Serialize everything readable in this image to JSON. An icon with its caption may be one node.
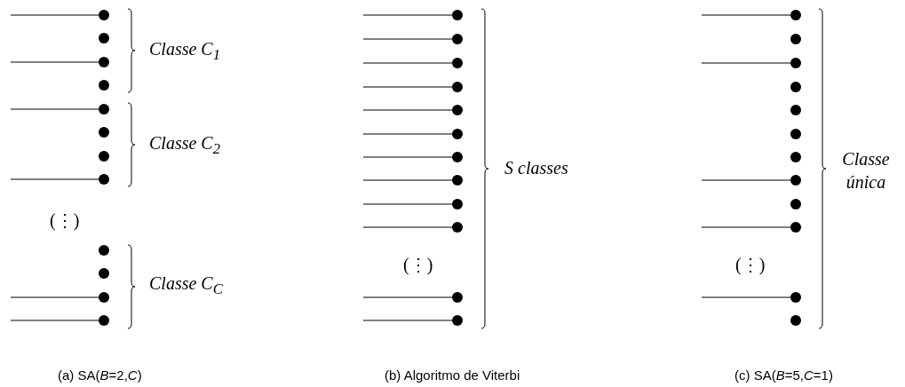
{
  "diagram": {
    "nodes": [
      {
        "text": [],
        "shape": "circle"
      },
      {
        "text": [],
        "shape": "circle"
      },
      {
        "text": [],
        "shape": "circle"
      },
      {
        "text": [],
        "shape": "circle"
      },
      {
        "text": [],
        "shape": "circle"
      },
      {
        "text": [],
        "shape": "circle"
      },
      {
        "text": [],
        "shape": "circle"
      },
      {
        "text": [],
        "shape": "circle"
      },
      {
        "text": [],
        "shape": "circle"
      },
      {
        "text": [],
        "shape": "circle"
      },
      {
        "text": [],
        "shape": "circle"
      },
      {
        "text": [],
        "shape": "circle"
      },
      {
        "text": [],
        "shape": "circle"
      },
      {
        "text": [],
        "shape": "circle"
      },
      {
        "text": [],
        "shape": "circle"
      },
      {
        "text": [],
        "shape": "circle"
      },
      {
        "text": [],
        "shape": "circle"
      },
      {
        "text": [],
        "shape": "circle"
      },
      {
        "text": [],
        "shape": "circle"
      },
      {
        "text": [],
        "shape": "circle"
      },
      {
        "text": [],
        "shape": "circle"
      },
      {
        "text": [],
        "shape": "circle"
      },
      {
        "text": [],
        "shape": "circle"
      },
      {
        "text": [],
        "shape": "circle"
      },
      {
        "text": [],
        "shape": "circle"
      },
      {
        "text": [],
        "shape": "circle"
      },
      {
        "text": [],
        "shape": "circle"
      },
      {
        "text": [],
        "shape": "circle"
      },
      {
        "text": [],
        "shape": "circle"
      },
      {
        "text": [],
        "shape": "circle"
      },
      {
        "text": [],
        "shape": "circle"
      },
      {
        "text": [],
        "shape": "circle"
      },
      {
        "text": [],
        "shape": "circle"
      },
      {
        "text": [],
        "shape": "circle"
      },
      {
        "text": [],
        "shape": "circle"
      },
      {
        "text": [],
        "shape": "circle"
      }
    ],
    "edges": [
      {
        "from": null,
        "to": 0,
        "arrow": "none"
      },
      {
        "from": null,
        "to": 2,
        "arrow": "none"
      },
      {
        "from": null,
        "to": 4,
        "arrow": "none"
      },
      {
        "from": null,
        "to": 7,
        "arrow": "none"
      },
      {
        "from": null,
        "to": 10,
        "arrow": "none"
      },
      {
        "from": null,
        "to": 11,
        "arrow": "none"
      },
      {
        "from": null,
        "to": 12,
        "arrow": "none"
      },
      {
        "from": null,
        "to": 13,
        "arrow": "none"
      },
      {
        "from": null,
        "to": 14,
        "arrow": "none"
      },
      {
        "from": null,
        "to": 15,
        "arrow": "none"
      },
      {
        "from": null,
        "to": 16,
        "arrow": "none"
      },
      {
        "from": null,
        "to": 17,
        "arrow": "none"
      },
      {
        "from": null,
        "to": 18,
        "arrow": "none"
      },
      {
        "from": null,
        "to": 19,
        "arrow": "none"
      },
      {
        "from": null,
        "to": 20,
        "arrow": "none"
      },
      {
        "from": null,
        "to": 21,
        "arrow": "none"
      },
      {
        "from": null,
        "to": 22,
        "arrow": "none"
      },
      {
        "from": null,
        "to": 23,
        "arrow": "none"
      },
      {
        "from": null,
        "to": 24,
        "arrow": "none"
      },
      {
        "from": null,
        "to": 26,
        "arrow": "none"
      },
      {
        "from": null,
        "to": 31,
        "arrow": "none"
      },
      {
        "from": null,
        "to": 33,
        "arrow": "none"
      },
      {
        "from": null,
        "to": 34,
        "arrow": "none"
      }
    ],
    "labels": [
      "Classe C$_{1}$",
      "Classe C$_{2}$",
      "(⋮)",
      "Classe C$_{C}$",
      "(a) SA(*B*=2,*C*)",
      "S classes",
      "(⋮)",
      "(b) Algoritmo de Viterbi",
      "Classe única",
      "(⋮)",
      "(c) SA(*B*=5,*C*=1)"
    ]
  }
}
